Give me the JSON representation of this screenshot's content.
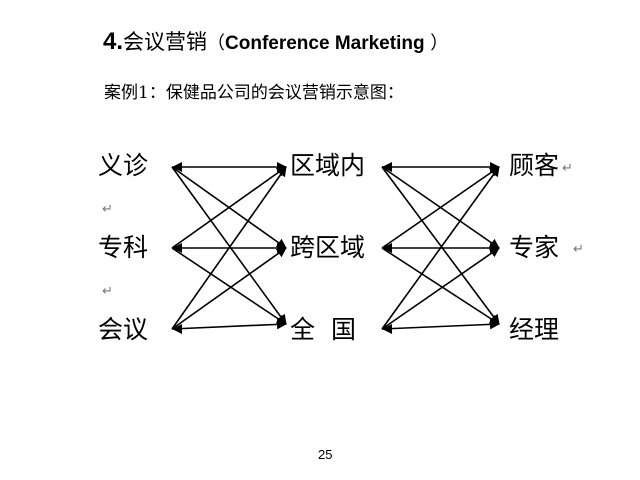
{
  "slide": {
    "title": {
      "number": "4.",
      "main": "会议营销",
      "open": "（",
      "english": "Conference Marketing",
      "close": " ）"
    },
    "subtitle": "案例1：保健品公司的会议营销示意图：",
    "page_number": "25"
  },
  "diagram": {
    "left_column": [
      "义诊",
      "专科",
      "会议"
    ],
    "middle_column": [
      "区域内",
      "跨区域",
      "全 国"
    ],
    "right_column": [
      "顾客",
      "专家",
      "经理"
    ],
    "connections": "each node in one column has an arrow to every node in the next column"
  }
}
